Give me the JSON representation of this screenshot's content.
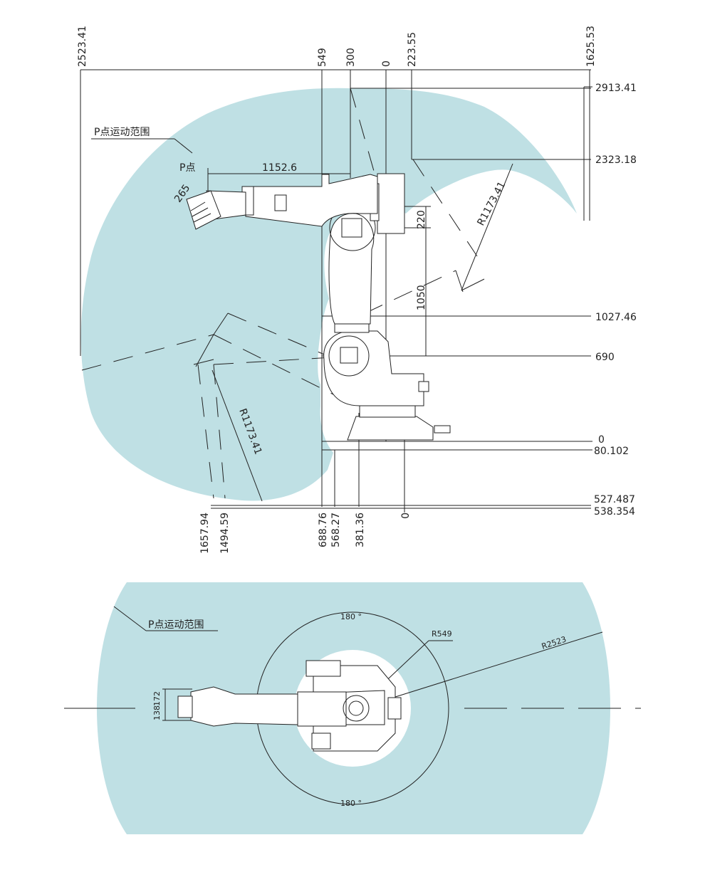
{
  "colors": {
    "envelope_fill": "#bfe0e4",
    "line": "#222222",
    "background": "#ffffff"
  },
  "side_view": {
    "range_label": "P点运动范围",
    "p_point_label": "P点",
    "top_dims": [
      "2523.41",
      "549",
      "300",
      "0",
      "223.55",
      "1625.53"
    ],
    "right_dims": [
      "2913.41",
      "2323.18",
      "1027.46",
      "690",
      "0",
      "80.102",
      "527.487",
      "538.354"
    ],
    "bottom_dims": [
      "1657.94",
      "1494.59",
      "688.76",
      "568.27",
      "381.36",
      "0"
    ],
    "arm_length": "1152.6",
    "wrist_dim": "265",
    "offset_220": "220",
    "offset_1050": "1050",
    "radius_upper": "R1173.41",
    "radius_lower": "R1173.41"
  },
  "top_view": {
    "range_label": "P点运动范围",
    "angle_top": "180 °",
    "angle_bottom": "180 °",
    "inner_radius": "R549",
    "outer_radius": "R2523",
    "flange_dims": [
      "138",
      "172"
    ]
  }
}
